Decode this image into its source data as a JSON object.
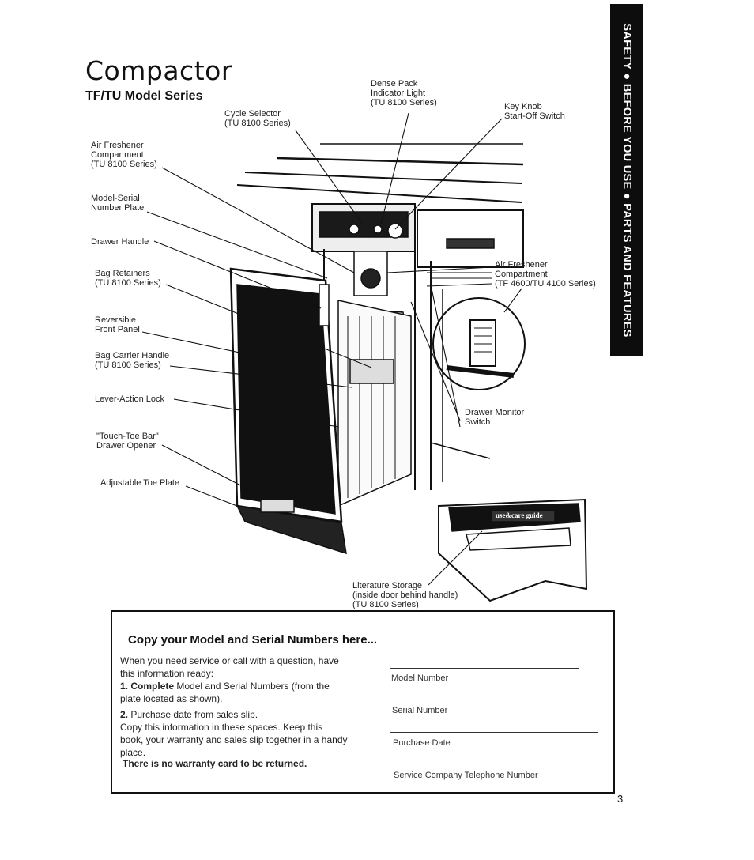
{
  "header": {
    "title": "Compactor",
    "subtitle": "TF/TU Model Series",
    "side_tab": "SAFETY ● BEFORE YOU USE ● PARTS AND FEATURES"
  },
  "callouts": {
    "dense_pack": "Dense Pack\nIndicator Light\n(TU 8100 Series)",
    "cycle_selector": "Cycle Selector\n(TU 8100 Series)",
    "key_knob": "Key Knob\nStart-Off Switch",
    "air_freshener_top": "Air Freshener\nCompartment\n(TU 8100 Series)",
    "model_serial": "Model-Serial\nNumber Plate",
    "drawer_handle": "Drawer Handle",
    "bag_retainers": "Bag Retainers\n(TU 8100 Series)",
    "reversible_panel": "Reversible\nFront Panel",
    "bag_carrier": "Bag Carrier Handle\n(TU 8100 Series)",
    "lever_lock": "Lever-Action Lock",
    "touch_toe": "\"Touch-Toe Bar\"\nDrawer Opener",
    "toe_plate": "Adjustable Toe Plate",
    "air_freshener_right": "Air Freshener\nCompartment\n(TF 4600/TU 4100 Series)",
    "drawer_monitor": "Drawer Monitor\nSwitch",
    "literature": "Literature Storage\n(inside door behind handle)\n(TU 8100 Series)",
    "guide_label": "use&care guide"
  },
  "copy_box": {
    "title": "Copy your Model and Serial Numbers here...",
    "intro": "When you need service or call with a question, have\nthis information ready:",
    "step1_num": "1.",
    "step1_bold": "Complete",
    "step1_text": " Model and Serial Numbers (from the\nplate located as shown).",
    "step2_num": "2.",
    "step2_text": "Purchase date from sales slip.",
    "copy_text": "Copy this information in these spaces. Keep this\nbook, your warranty and sales slip together in a handy\nplace.",
    "warning": "There is no warranty card to be returned.",
    "fields": [
      "Model Number",
      "Serial Number",
      "Purchase Date",
      "Service Company Telephone Number"
    ]
  },
  "page_number": "3"
}
